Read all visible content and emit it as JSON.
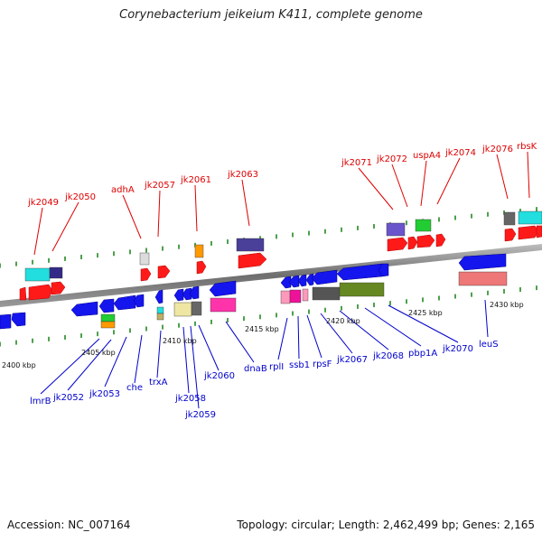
{
  "title": "Corynebacterium jeikeium K411, complete genome",
  "footer": {
    "accession": "Accession: NC_007164",
    "summary": "Topology: circular; Length: 2,462,499 bp; Genes: 2,165"
  },
  "ticks": [
    "2400 kbp",
    "2405 kbp",
    "2410 kbp",
    "2415 kbp",
    "2420 kbp",
    "2425 kbp",
    "2430 kbp"
  ],
  "top_labels": [
    "jk2049",
    "jk2050",
    "adhA",
    "jk2057",
    "jk2061",
    "jk2063",
    "jk2071",
    "jk2072",
    "uspA4",
    "jk2074",
    "jk2076",
    "rbsK"
  ],
  "bottom_labels": [
    "lmrB",
    "jk2052",
    "jk2053",
    "che",
    "trxA",
    "jk2058",
    "jk2059",
    "jk2060",
    "dnaB",
    "rplI",
    "ssb1",
    "rpsF",
    "jk2067",
    "jk2068",
    "pbp1A",
    "jk2070",
    "leuS"
  ],
  "colors": {
    "forward_label": "#dd0000",
    "reverse_label": "#0000cc",
    "backbone": "#7a7a7a",
    "forward_gene": "#ff0000",
    "reverse_gene": "#0000ee",
    "tick": "#228822"
  }
}
